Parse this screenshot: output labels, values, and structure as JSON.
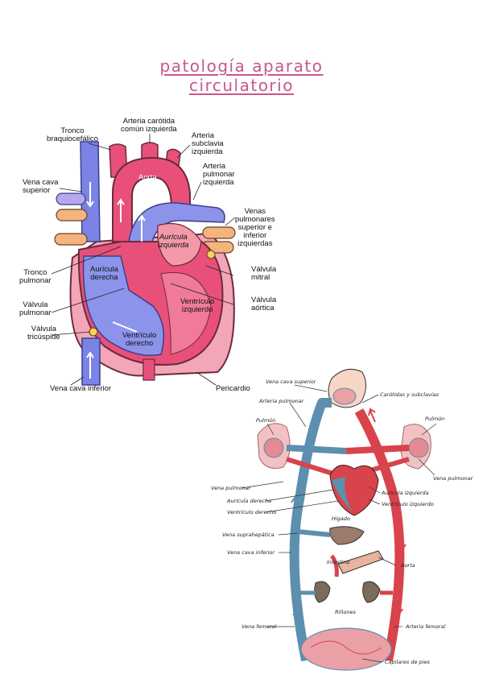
{
  "title": {
    "line1": "patología aparato",
    "line2": "circulatorio"
  },
  "heart_labels": {
    "tronco_braquio": [
      "Tronco",
      "braquiocefálico"
    ],
    "carotida": [
      "Arteria carótida",
      "común izquierda"
    ],
    "subclavia": [
      "Arteria",
      "subclavia",
      "izquierda"
    ],
    "aorta": "Aorta",
    "pulmonar_izq": [
      "Arteria",
      "pulmonar",
      "izquierda"
    ],
    "vena_cava_sup": [
      "Vena cava",
      "superior"
    ],
    "venas_pulm": [
      "Venas",
      "pulmonares",
      "superior e",
      "inferior",
      "izquierdas"
    ],
    "auricula_izq": [
      "Aurícula",
      "izquierda"
    ],
    "tronco_pulm": [
      "Tronco",
      "pulmonar"
    ],
    "auricula_der": [
      "Aurícula",
      "derecha"
    ],
    "valvula_mitral": [
      "Válvula",
      "mitral"
    ],
    "valvula_pulm": [
      "Válvula",
      "pulmonar"
    ],
    "ventriculo_izq": [
      "Ventrículo",
      "izquierdo"
    ],
    "valvula_aortica": [
      "Válvula",
      "aórtica"
    ],
    "valvula_tric": [
      "Válvula",
      "tricúspide"
    ],
    "ventriculo_der": [
      "Ventrículo",
      "derecho"
    ],
    "vena_cava_inf": "Vena cava inferior",
    "pericardio": "Pericardio"
  },
  "circ_labels": {
    "vena_cava_sup": "Vena cava superior",
    "arteria_pulm": "Arteria pulmonar",
    "carotidas": "Carótidas y subclavias",
    "pulmon_l": "Pulmón",
    "pulmon_r": "Pulmón",
    "vena_pulm_r": "Vena pulmonar",
    "vena_pulm_l": "Vena pulmonar",
    "auricula_izq": "Aurícula izquierda",
    "ventriculo_izq": "Ventrículo izquierdo",
    "auricula_der": "Aurícula derecha",
    "ventriculo_der": "Ventrículo derecho",
    "higado": "Hígado",
    "vena_supra": "Vena suprahepática",
    "vena_cava_inf": "Vena cava inferior",
    "intestino": "Intestino",
    "aorta": "Aorta",
    "rinones": "Riñones",
    "vena_femoral": "Vena femoral",
    "arteria_femoral": "Arteria femoral",
    "capilares": "Capilares de pies"
  },
  "colors": {
    "title": "#c8578a",
    "artery": "#d8434c",
    "vein": "#5d8fae",
    "heart_blue": "#7b83e6",
    "heart_pink": "#e8507a"
  }
}
